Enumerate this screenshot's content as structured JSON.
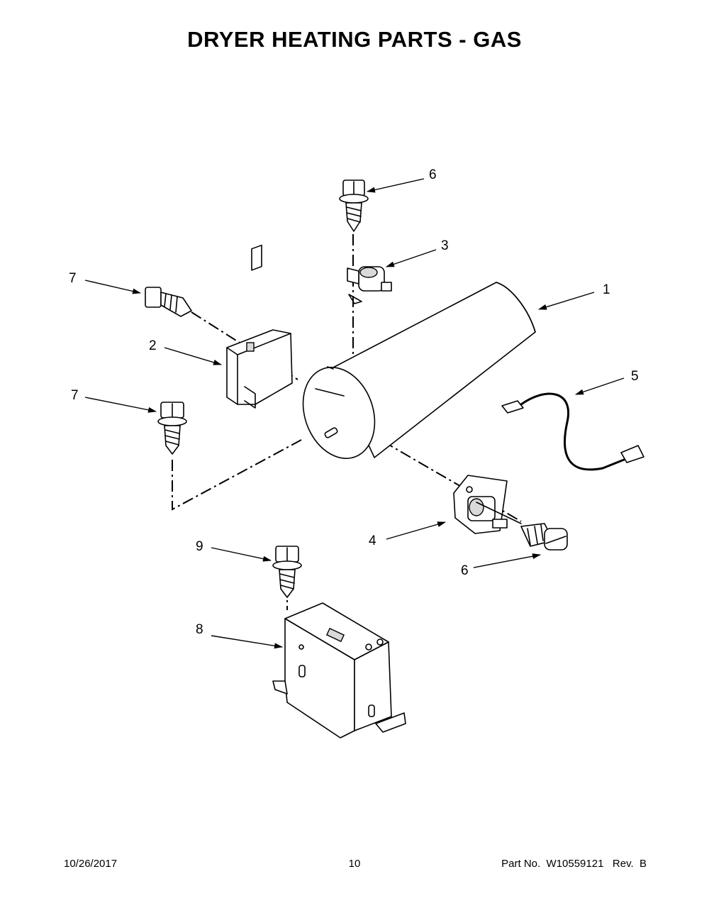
{
  "page": {
    "title": "DRYER HEATING PARTS - GAS"
  },
  "callouts": {
    "burner_tube": "1",
    "bracket": "2",
    "flame_sensor": "3",
    "igniter": "4",
    "harness": "5",
    "screw_top": "6",
    "screw_right": "6",
    "screw_bracket": "7",
    "screw_lower_left": "7",
    "burner_bracket": "8",
    "screw_burner_bracket": "9"
  },
  "footer": {
    "date": "10/26/2017",
    "page_number": "10",
    "part_number": "Part No.  W10559121   Rev.  B"
  }
}
